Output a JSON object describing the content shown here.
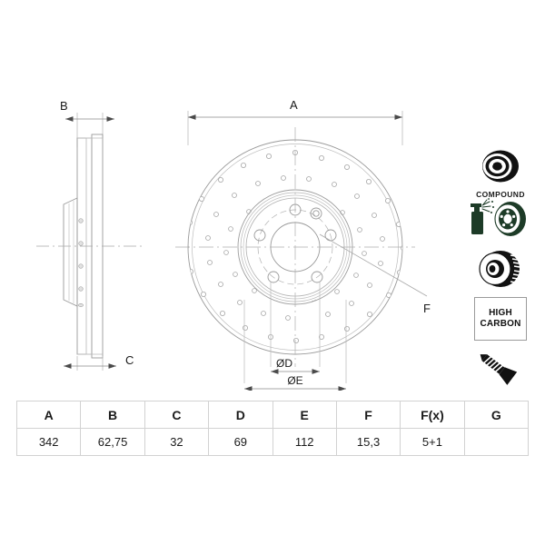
{
  "product": {
    "type": "brake-disc-technical-drawing",
    "views": {
      "side_section": {
        "label_top": "B",
        "label_bottom": "C"
      },
      "face": {
        "label_top": "A",
        "leader_label": "F",
        "inner_diameter_label": "ØD",
        "outer_bolt_circle_label": "ØE"
      }
    }
  },
  "icons": [
    {
      "name": "compound-disc-icon",
      "caption": "COMPOUND"
    },
    {
      "name": "coating-spray-icon",
      "caption": ""
    },
    {
      "name": "ventilated-disc-icon",
      "caption": ""
    },
    {
      "name": "high-carbon-badge",
      "line1": "HIGH",
      "line2": "CARBON"
    },
    {
      "name": "screw-icon",
      "caption": ""
    }
  ],
  "spec_table": {
    "headers": [
      "A",
      "B",
      "C",
      "D",
      "E",
      "F",
      "F(x)",
      "G"
    ],
    "values": [
      "342",
      "62,75",
      "32",
      "69",
      "112",
      "15,3",
      "5+1",
      ""
    ]
  },
  "colors": {
    "line": "#8c8c8c",
    "line_dark": "#6f6f6f",
    "text": "#1a1a1a",
    "icon_dark_green": "#1d3b27",
    "icon_black": "#111111",
    "table_border": "#d2d2d2",
    "background": "#ffffff"
  }
}
